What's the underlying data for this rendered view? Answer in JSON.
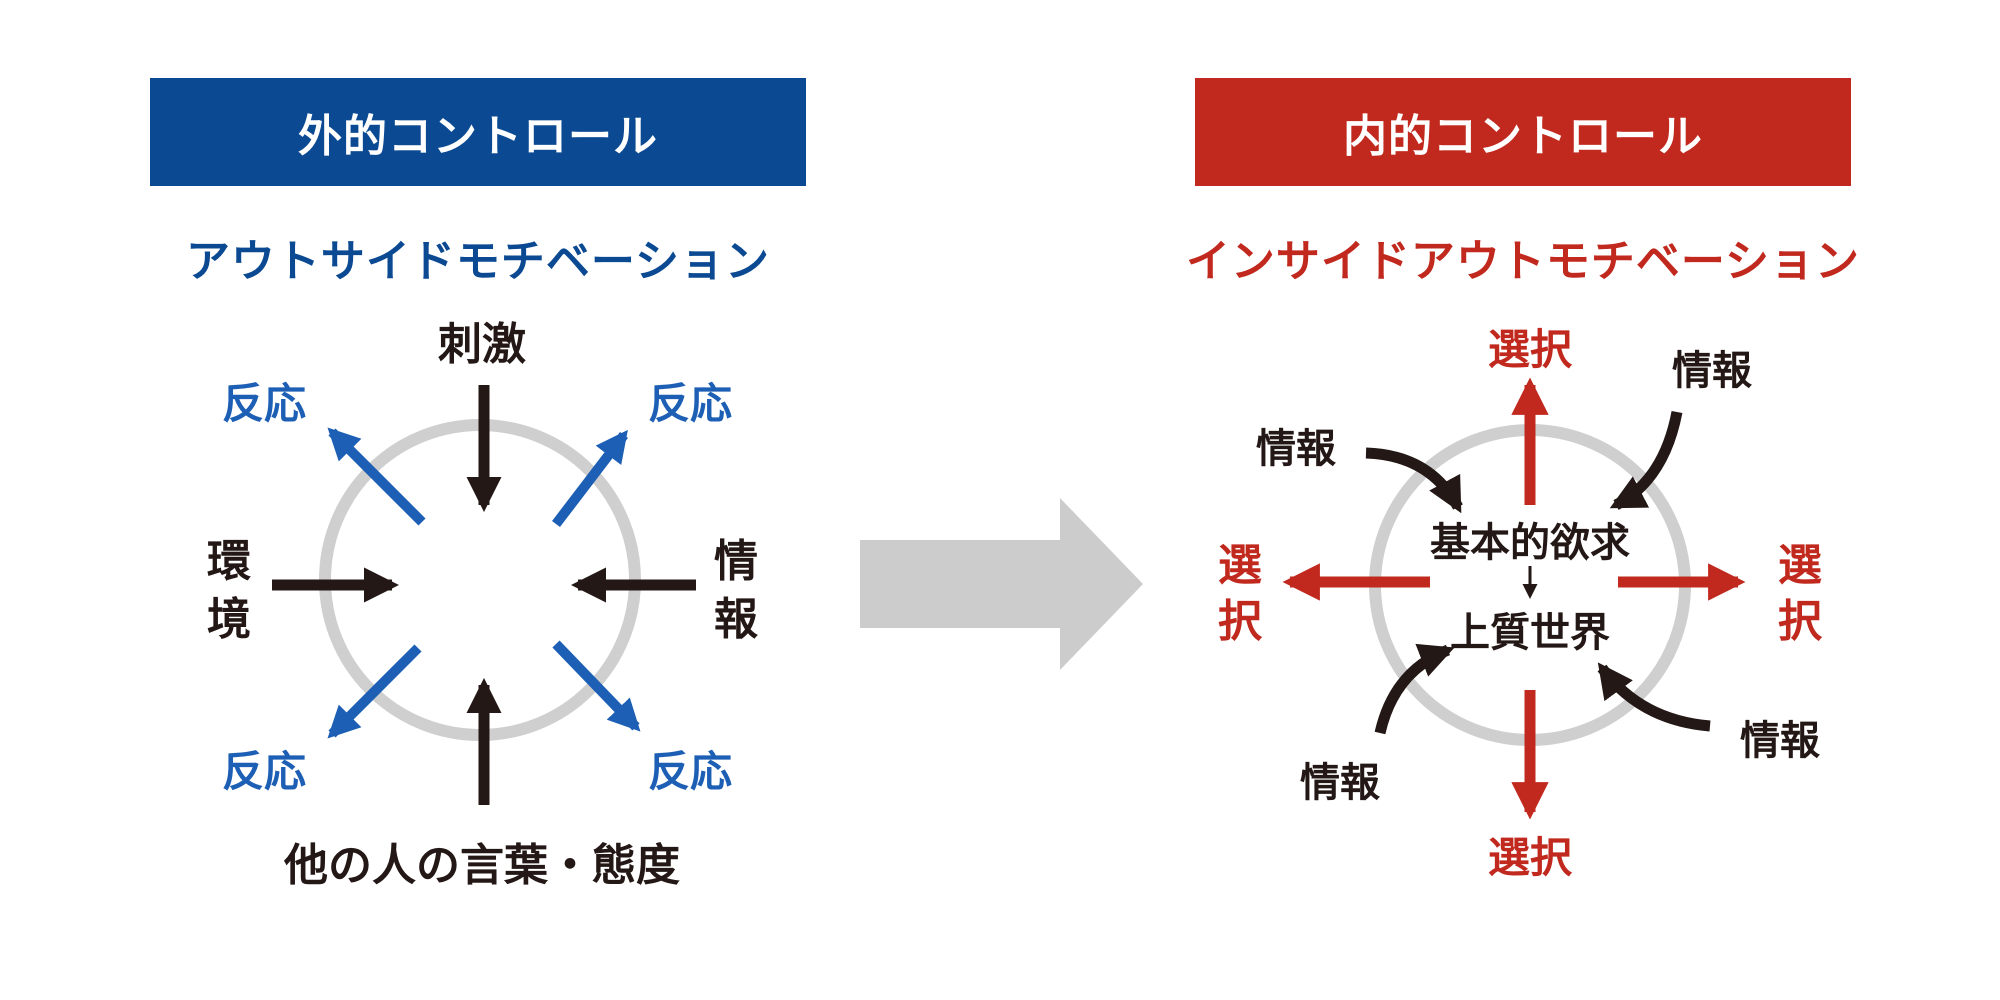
{
  "left": {
    "header": "外的コントロール",
    "subtitle": "アウトサイドモチベーション",
    "top_label": "刺激",
    "left_label": [
      "環",
      "境"
    ],
    "right_label": [
      "情",
      "報"
    ],
    "bottom_label": "他の人の言葉・態度",
    "response_label": "反応"
  },
  "right": {
    "header": "内的コントロール",
    "subtitle": "インサイドアウトモチベーション",
    "center_top": "基本的欲求",
    "center_bottom": "上質世界",
    "choice_label": "選択",
    "choice_vertical": [
      "選",
      "択"
    ],
    "info_label": "情報"
  },
  "colors": {
    "blue": "#0b4a92",
    "arrow_blue": "#1d5fb5",
    "red": "#c1291e",
    "black": "#231815",
    "circle": "#cfcfcf",
    "big_arrow": "#cccccc"
  }
}
